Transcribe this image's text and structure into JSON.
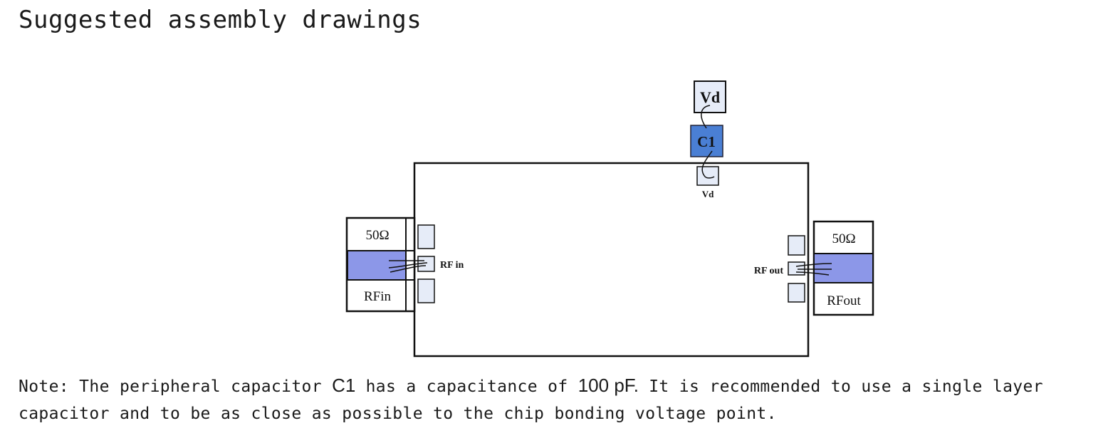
{
  "heading": "Suggested assembly drawings",
  "diagram": {
    "vd_supply_label": "Vd",
    "c1_label": "C1",
    "vd_pad_label": "Vd",
    "input_line_impedance": "50Ω",
    "input_line_name": "RFin",
    "rf_in_pad_label": "RF in",
    "output_line_impedance": "50Ω",
    "output_line_name": "RFout",
    "rf_out_pad_label": "RF out",
    "colors": {
      "capacitor_fill": "#4a7fd4",
      "microstrip_fill": "#8c97e8",
      "pad_fill": "#e6ecf8",
      "outline": "#111111"
    }
  },
  "note": {
    "part1": "Note: The peripheral capacitor ",
    "cap_name": "C1",
    "part2": " has a capacitance of ",
    "cap_value": "100 pF.",
    "part3": " It is recommended to use a single layer capacitor and to be as close as possible to the chip bonding voltage point."
  }
}
